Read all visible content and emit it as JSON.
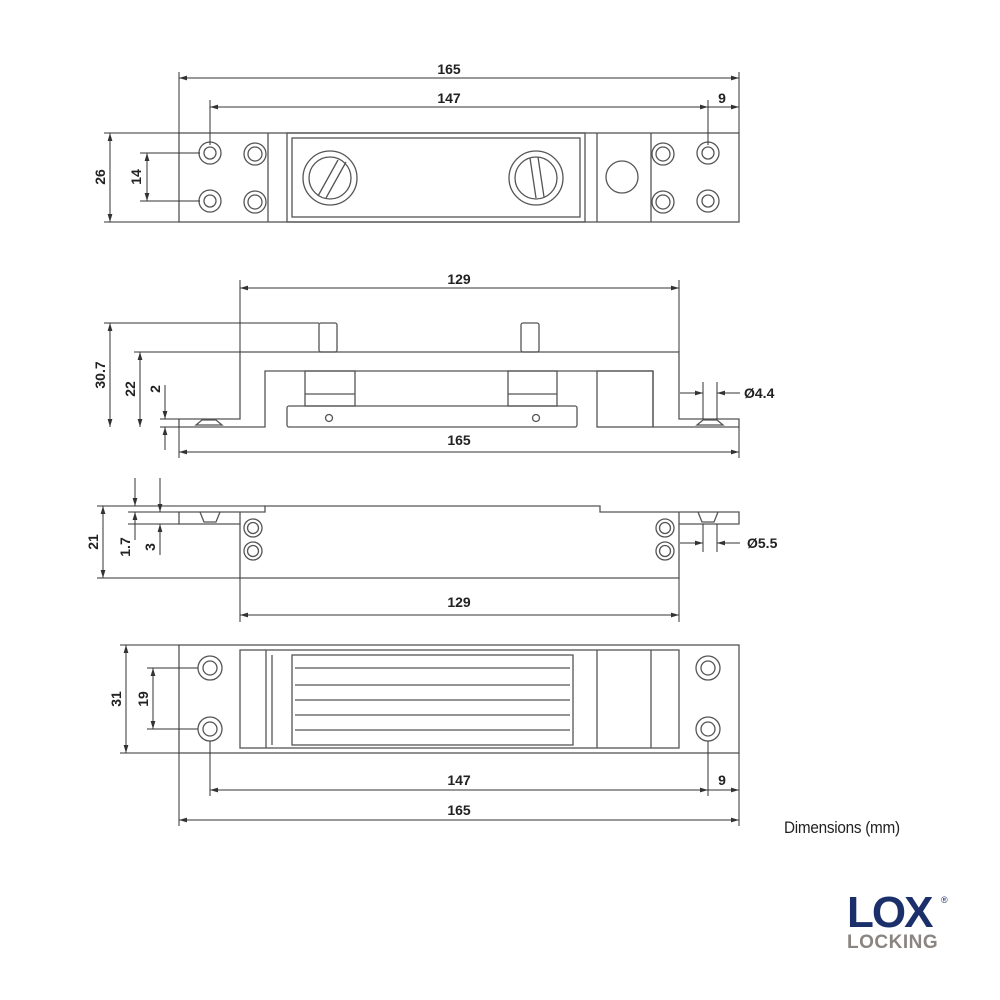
{
  "views": {
    "top": {
      "overall": "165",
      "holes": "147",
      "offset": "9",
      "height": "26",
      "hole_spacing": "14"
    },
    "side": {
      "body": "129",
      "total_height": "30.7",
      "body_height": "22",
      "plate": "2",
      "overall": "165",
      "hole_dia": "Ø4.4"
    },
    "front": {
      "height": "21",
      "step": "1.7",
      "plate": "3",
      "body": "129",
      "hole_dia": "Ø5.5"
    },
    "bottom": {
      "height": "31",
      "hole_spacing": "19",
      "holes": "147",
      "offset": "9",
      "overall": "165"
    }
  },
  "caption": "Dimensions (mm)",
  "logo": {
    "name": "LOX",
    "sub": "LOCKING",
    "mark": "®",
    "brand_color": "#1b2f6b"
  }
}
